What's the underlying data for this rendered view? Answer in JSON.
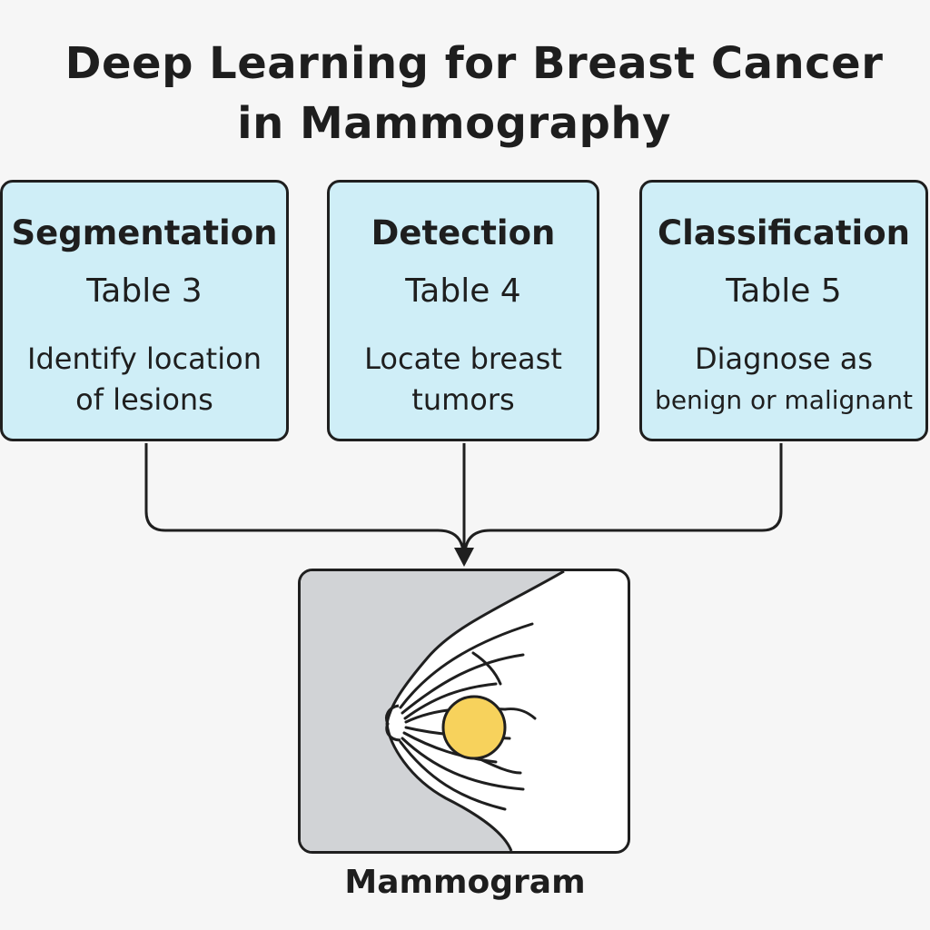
{
  "title": {
    "line1": "Deep Learning for Breast Cancer",
    "line2": "in Mammography"
  },
  "boxes": [
    {
      "heading": "Segmentation",
      "table": "Table 3",
      "desc_line1": "Identify location",
      "desc_line2": "of lesions"
    },
    {
      "heading": "Detection",
      "table": "Table 4",
      "desc_line1": "Locate breast",
      "desc_line2": "tumors"
    },
    {
      "heading": "Classification",
      "table": "Table 5",
      "desc_line1": "Diagnose as",
      "desc_line2": "benign or malignant"
    }
  ],
  "image": {
    "caption": "Mammogram"
  },
  "colors": {
    "box_fill": "#cfeef7",
    "outline": "#1f1f1f",
    "image_background": "#d1d3d6",
    "tumor": "#f7d25c"
  }
}
